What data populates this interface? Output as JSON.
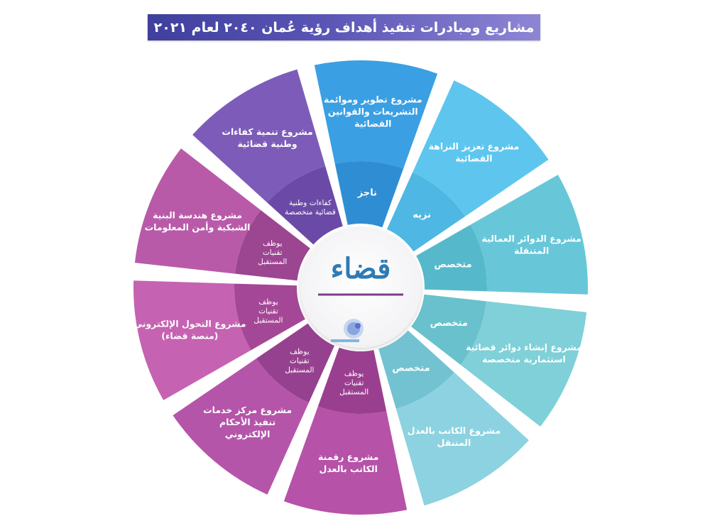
{
  "title": "مشاريع ومبادرات تنفيذ أهداف رؤية عُمان ٢٠٤٠ لعام ٢٠٢١",
  "center": {
    "logo_text": "قضاء"
  },
  "segments": [
    {
      "id": "legislation",
      "color": "#3a9fe3",
      "tag_color": "#2f8ed3",
      "lines": [
        "مشروع تطوير وموائمة",
        "التشريعات والقوانين",
        "القضائية"
      ],
      "tag": [
        "ناجز"
      ]
    },
    {
      "id": "integrity",
      "color": "#5ec6ee",
      "tag_color": "#4eb7e3",
      "lines": [
        "مشروع تعزيز النزاهة",
        "القضائية"
      ],
      "tag": [
        "نزيه"
      ]
    },
    {
      "id": "labor",
      "color": "#67c7d9",
      "tag_color": "#56b8cb",
      "lines": [
        "مشروع الدوائر العمالية",
        "المتنقلة"
      ],
      "tag": [
        "متخصص"
      ]
    },
    {
      "id": "investment",
      "color": "#7fd0d8",
      "tag_color": "#68c1cc",
      "lines": [
        "مشروع إنشاء دوائر قضائية",
        "استثمارية متخصصة"
      ],
      "tag": [
        "متخصص"
      ]
    },
    {
      "id": "mobile-notary",
      "color": "#8dd2e0",
      "tag_color": "#72c2d2",
      "lines": [
        "مشروع الكاتب بالعدل",
        "المتنقل"
      ],
      "tag": [
        "متخصص"
      ]
    },
    {
      "id": "digital-notary",
      "color": "#b652a8",
      "tag_color": "#9a3f90",
      "lines": [
        "مشروع رقمنة",
        "الكاتب بالعدل"
      ],
      "tag": [
        "يوظف",
        "تقنيات",
        "المستقبل"
      ]
    },
    {
      "id": "execution-center",
      "color": "#b555aa",
      "tag_color": "#96418f",
      "lines": [
        "مشروع مركز خدمات",
        "تنفيذ الأحكام",
        "الإلكتروني"
      ],
      "tag": [
        "يوظف",
        "تقنيات",
        "المستقبل"
      ]
    },
    {
      "id": "e-transformation",
      "color": "#c662b2",
      "tag_color": "#a54797",
      "lines": [
        "مشروع التحول الإلكتروني",
        "(منصة قضاء)"
      ],
      "tag": [
        "يوظف",
        "تقنيات",
        "المستقبل"
      ]
    },
    {
      "id": "network",
      "color": "#b95aa9",
      "tag_color": "#9c4591",
      "lines": [
        "مشروع هندسة البنية",
        "الشبكية وأمن المعلومات"
      ],
      "tag": [
        "يوظف",
        "تقنيات",
        "المستقبل"
      ]
    },
    {
      "id": "competencies",
      "color": "#7d5cb9",
      "tag_color": "#6a4aa6",
      "lines": [
        "مشروع تنمية كفاءات",
        "وطنية قضائية"
      ],
      "tag": [
        "كفاءات وطنية",
        "قضائية متخصصة"
      ]
    }
  ]
}
